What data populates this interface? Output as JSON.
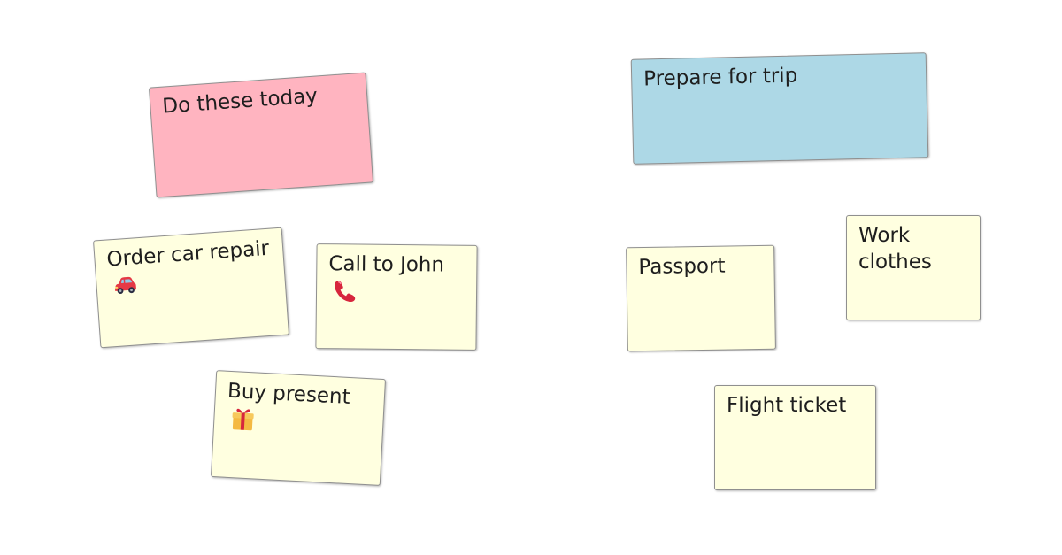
{
  "colors": {
    "pink_note": "#ffb4c0",
    "blue_note": "#add8e6",
    "yellow_note": "#ffffe0",
    "board_background": "#ffffff"
  },
  "notes": [
    {
      "id": "do-these-today",
      "text": "Do these today",
      "color": "pink_note"
    },
    {
      "id": "prepare-for-trip",
      "text": "Prepare for trip",
      "color": "blue_note"
    },
    {
      "id": "order-car-repair",
      "text": "Order car repair",
      "emoji": "car-icon",
      "color": "yellow_note"
    },
    {
      "id": "call-to-john",
      "text": "Call to John",
      "emoji": "telephone-icon",
      "color": "yellow_note"
    },
    {
      "id": "buy-present",
      "text": "Buy present",
      "emoji": "gift-icon",
      "color": "yellow_note"
    },
    {
      "id": "passport",
      "text": "Passport",
      "color": "yellow_note"
    },
    {
      "id": "work-clothes",
      "text": "Work clothes",
      "color": "yellow_note"
    },
    {
      "id": "flight-ticket",
      "text": "Flight ticket",
      "color": "yellow_note"
    }
  ]
}
